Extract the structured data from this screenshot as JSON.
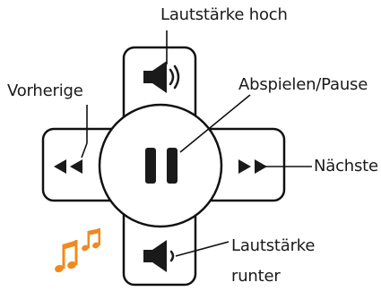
{
  "labels": {
    "volume_up": "Lautstärke hoch",
    "previous": "Vorherige",
    "play_pause": "Abspielen/Pause",
    "next": "Nächste",
    "volume_down": "Lautstärke runter"
  },
  "colors": {
    "outline": "#111111",
    "icon": "#1a1a1a",
    "music_note": "#f08a1e",
    "background": "#ffffff"
  },
  "icons": {
    "center": "pause-icon",
    "top": "volume-up-icon",
    "bottom": "volume-down-icon",
    "left": "previous-icon",
    "right": "next-icon",
    "decoration": "music-notes-icon"
  }
}
